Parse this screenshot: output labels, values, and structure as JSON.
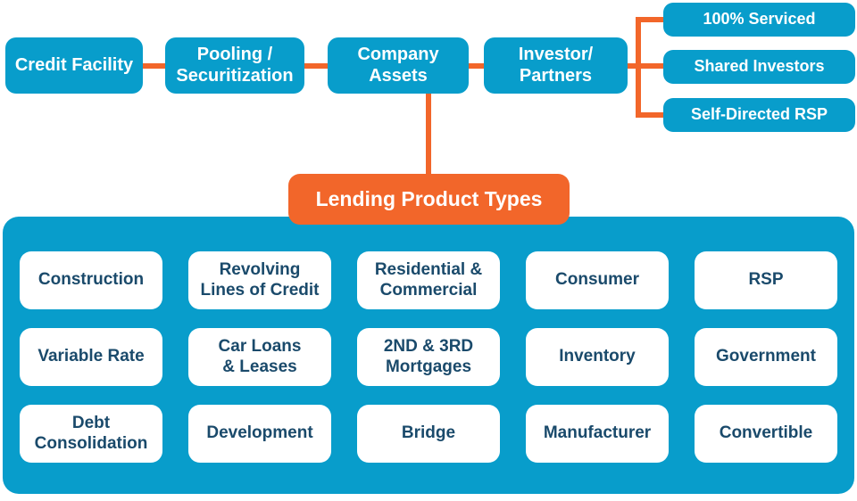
{
  "colors": {
    "blue": "#089dcb",
    "orange": "#f2662a",
    "navy": "#1a4a6b",
    "white": "#ffffff"
  },
  "flow": {
    "nodes": [
      "Credit Facility",
      "Pooling /\nSecuritization",
      "Company\nAssets",
      "Investor/\nPartners"
    ],
    "branches": [
      "100% Serviced",
      "Shared Investors",
      "Self-Directed RSP"
    ]
  },
  "lending": {
    "title": "Lending Product Types",
    "products": [
      "Construction",
      "Revolving\nLines of Credit",
      "Residential &\nCommercial",
      "Consumer",
      "RSP",
      "Variable Rate",
      "Car Loans\n& Leases",
      "2ND & 3RD\nMortgages",
      "Inventory",
      "Government",
      "Debt\nConsolidation",
      "Development",
      "Bridge",
      "Manufacturer",
      "Convertible"
    ]
  }
}
